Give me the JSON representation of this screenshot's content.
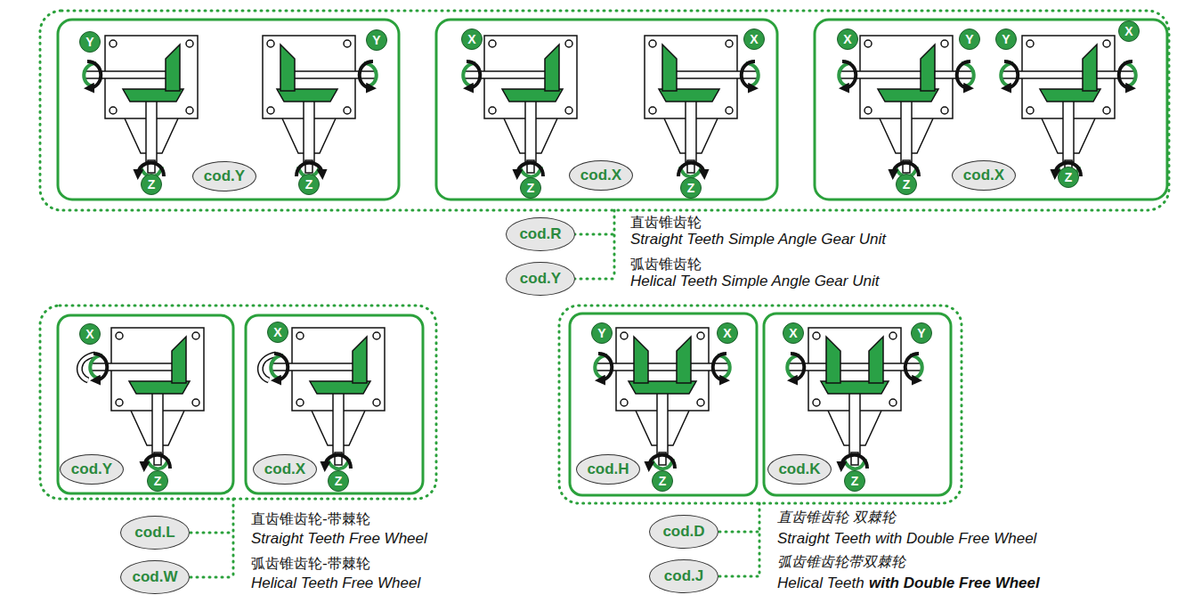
{
  "diagram": {
    "nodes": [
      {
        "text": [
          "Y"
        ]
      },
      {
        "text": [
          "Z"
        ]
      },
      {
        "text": [
          "cod.Y"
        ]
      },
      {
        "text": [
          "Y"
        ]
      },
      {
        "text": [
          "Z"
        ]
      },
      {
        "text": [
          "X"
        ]
      },
      {
        "text": [
          "Z"
        ]
      },
      {
        "text": [
          "cod.X"
        ]
      },
      {
        "text": [
          "X"
        ]
      },
      {
        "text": [
          "Z"
        ]
      },
      {
        "text": [
          "X"
        ]
      },
      {
        "text": [
          "Y"
        ]
      },
      {
        "text": [
          "Z"
        ]
      },
      {
        "text": [
          "cod.X"
        ]
      },
      {
        "text": [
          "Y"
        ]
      },
      {
        "text": [
          "X"
        ]
      },
      {
        "text": [
          "Z"
        ]
      },
      {
        "text": [
          "cod.R"
        ]
      },
      {
        "text": [
          "cod.Y"
        ]
      },
      {
        "text": [
          "X"
        ]
      },
      {
        "text": [
          "Z"
        ]
      },
      {
        "text": [
          "cod.Y"
        ]
      },
      {
        "text": [
          "X"
        ]
      },
      {
        "text": [
          "Z"
        ]
      },
      {
        "text": [
          "cod.X"
        ]
      },
      {
        "text": [
          "cod.L"
        ]
      },
      {
        "text": [
          "cod.W"
        ]
      },
      {
        "text": [
          "Y"
        ]
      },
      {
        "text": [
          "X"
        ]
      },
      {
        "text": [
          "Z"
        ]
      },
      {
        "text": [
          "cod.H"
        ]
      },
      {
        "text": [
          "X"
        ]
      },
      {
        "text": [
          "Y"
        ]
      },
      {
        "text": [
          "Z"
        ]
      },
      {
        "text": [
          "cod.K"
        ]
      },
      {
        "text": [
          "cod.D"
        ]
      },
      {
        "text": [
          "cod.J"
        ]
      }
    ],
    "labels": [
      "直齿锥齿轮",
      "Straight Teeth Simple Angle Gear Unit",
      "弧齿锥齿轮",
      "Helical Teeth Simple Angle Gear Unit",
      "直齿锥齿轮-带棘轮",
      "Straight Teeth Free Wheel",
      "弧齿锥齿轮-带棘轮",
      "Helical Teeth Free Wheel",
      "直齿锥齿轮 双棘轮",
      "Straight Teeth with Double Free Wheel",
      "弧齿锥齿轮带双棘轮",
      "Helical Teeth",
      "with Double Free Wheel"
    ]
  }
}
